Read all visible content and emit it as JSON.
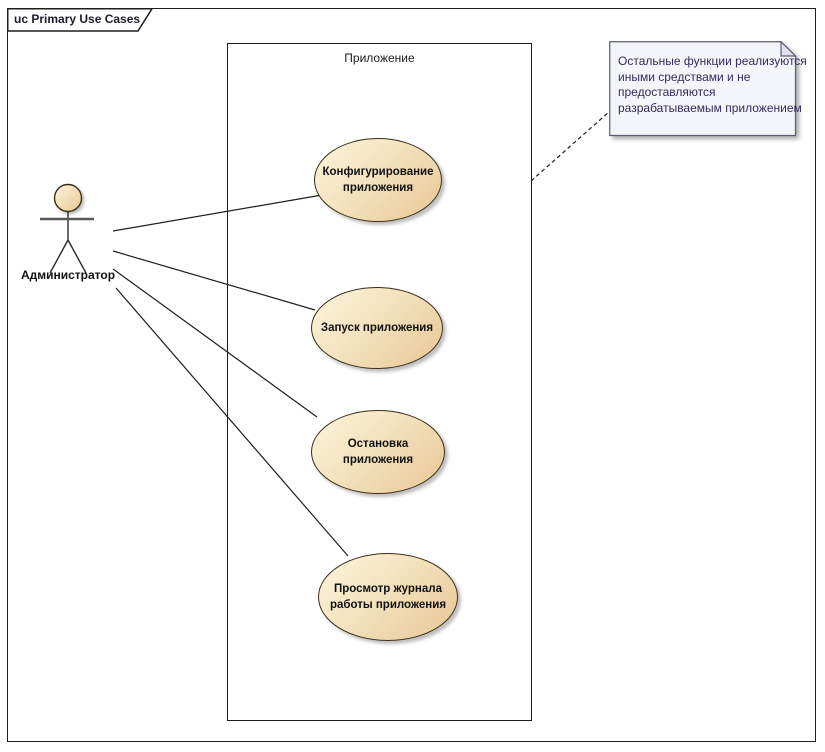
{
  "frame": {
    "title": "uc Primary Use Cases"
  },
  "boundary": {
    "title": "Приложение"
  },
  "actor": {
    "label": "Администратор"
  },
  "use_cases": [
    {
      "id": "configure",
      "lines": [
        "Конфигурирование",
        "приложения"
      ]
    },
    {
      "id": "start",
      "lines": [
        "Запуск приложения"
      ]
    },
    {
      "id": "stop",
      "lines": [
        "Остановка",
        "приложения"
      ]
    },
    {
      "id": "view-log",
      "lines": [
        "Просмотр журнала",
        "работы приложения"
      ]
    }
  ],
  "note": {
    "lines": [
      "Остальные функции реализуются",
      "иными средствами и не",
      "предоставляются",
      "разрабатываемым приложением"
    ]
  },
  "colors": {
    "ellipse-light": "#fdf5de",
    "ellipse-mid": "#f3e2bd",
    "ellipse-dark": "#e8c795",
    "ellipse-border": "#3c2f1a",
    "note-bg": "#f4f4fb",
    "note-fold": "#e1e1ee",
    "note-border": "#5c5c74",
    "note-text": "#2e2e5c",
    "title-text": "#1b1b2f",
    "line-color": "#1f1f1f",
    "label-text": "#111111"
  }
}
